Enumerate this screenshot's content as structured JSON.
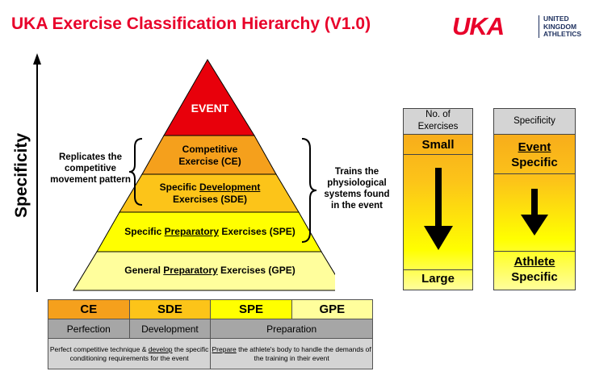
{
  "title": "UKA Exercise Classification Hierarchy (V1.0)",
  "logo": {
    "mark": "UKA",
    "text_lines": [
      "UNITED",
      "KINGDOM",
      "ATHLETICS"
    ]
  },
  "axis_label": "Specificity",
  "pyramid": {
    "event": "EVENT",
    "ce": {
      "line1": "Competitive",
      "line2": "Exercise (CE)"
    },
    "sde": {
      "pre": "Specific ",
      "u": "Development",
      "line2": "Exercises (SDE)"
    },
    "spe": {
      "pre": "Specific ",
      "u": "Preparatory",
      "post": " Exercises (SPE)"
    },
    "gpe": {
      "pre": "General ",
      "u": "Preparatory",
      "post": " Exercises (GPE)"
    }
  },
  "left_note": "Replicates the competitive movement pattern",
  "right_note": "Trains the physiological systems found in the event",
  "table": {
    "codes": [
      "CE",
      "SDE",
      "SPE",
      "GPE"
    ],
    "roles": [
      "Perfection",
      "Development",
      "Preparation"
    ],
    "desc_left": {
      "pre": "Perfect competitive technique & ",
      "u": "develop",
      "post": " the specific conditioning requirements for the event"
    },
    "desc_right": {
      "u": "Prepare",
      "post": " the athlete's body to handle the demands of the training in their event"
    }
  },
  "exercises_column": {
    "header": "No. of Exercises",
    "top": "Small",
    "bottom": "Large"
  },
  "specificity_column": {
    "header": "Specificity",
    "top_u": "Event",
    "top_line2": "Specific",
    "bottom_u": "Athlete",
    "bottom_line2": "Specific"
  },
  "colors": {
    "title": "#e8002a",
    "event": "#e8000b",
    "ce": "#f5a01c",
    "sde": "#fcc419",
    "spe": "#ffff00",
    "gpe": "#fffe9c",
    "table_gray": "#a6a6a6",
    "table_light": "#d4d4d4"
  }
}
